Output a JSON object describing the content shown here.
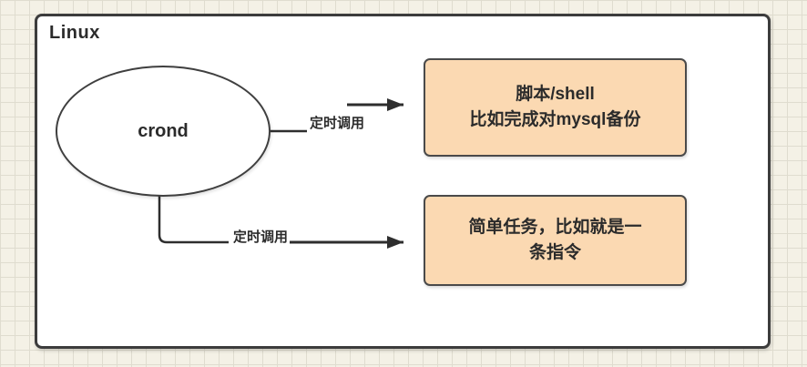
{
  "diagram": {
    "title": "Linux",
    "node_label": "crond",
    "edges": [
      {
        "label": "定时调用"
      },
      {
        "label": "定时调用"
      }
    ],
    "boxes": [
      {
        "lines": [
          "脚本/shell",
          "比如完成对mysql备份"
        ]
      },
      {
        "lines": [
          "简单任务，比如就是一",
          "条指令"
        ]
      }
    ],
    "colors": {
      "background": "#f4f1e6",
      "grid_line": "#dfdccf",
      "frame_fill": "#ffffff",
      "frame_border": "#3c3c3c",
      "box_fill": "#fbd9b2",
      "box_border": "#4a4a4a",
      "connector": "#2e2e2e",
      "text": "#2b2b2b"
    }
  }
}
